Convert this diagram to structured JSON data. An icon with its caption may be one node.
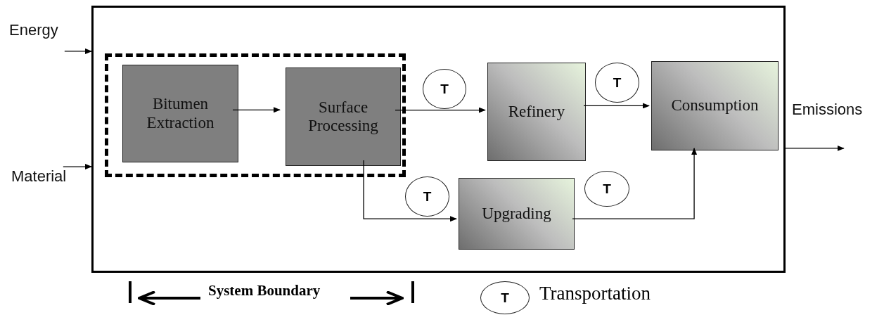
{
  "diagram": {
    "nodes": [
      {
        "text": [
          "Energy"
        ]
      },
      {
        "text": [
          "Material"
        ]
      },
      {
        "text": [],
        "shape": "box"
      },
      {
        "text": [],
        "shape": "box",
        "in": 2
      },
      {
        "text": [
          "Bitumen Extraction"
        ],
        "in": 3
      },
      {
        "text": [
          "Surface Processing"
        ],
        "in": 3
      },
      {
        "text": [
          "T"
        ],
        "in": 2
      },
      {
        "text": [
          "Refinery"
        ],
        "in": 2
      },
      {
        "text": [
          "T"
        ],
        "in": 2
      },
      {
        "text": [
          "Consumption"
        ],
        "in": 2
      },
      {
        "text": [
          "Emissions"
        ]
      },
      {
        "text": [
          "T"
        ],
        "in": 2
      },
      {
        "text": [
          "Upgrading"
        ],
        "in": 2
      },
      {
        "text": [
          "T"
        ],
        "in": 2
      },
      {
        "text": [
          "T"
        ],
        "beside": [
          "Transportation"
        ]
      }
    ],
    "edges": [
      {
        "from": 0,
        "to": 2,
        "arrow": "to"
      },
      {
        "from": 1,
        "to": 2,
        "arrow": "to"
      },
      {
        "from": 4,
        "to": 5,
        "arrow": "to"
      },
      {
        "from": 5,
        "to": 7,
        "arrow": "to"
      },
      {
        "from": 7,
        "to": 9,
        "arrow": "to"
      },
      {
        "from": 5,
        "to": 12,
        "arrow": "to"
      },
      {
        "from": 12,
        "to": 9,
        "arrow": "to"
      },
      {
        "from": 2,
        "to": 10,
        "arrow": "to"
      }
    ],
    "labels": [
      "System Boundary"
    ]
  }
}
